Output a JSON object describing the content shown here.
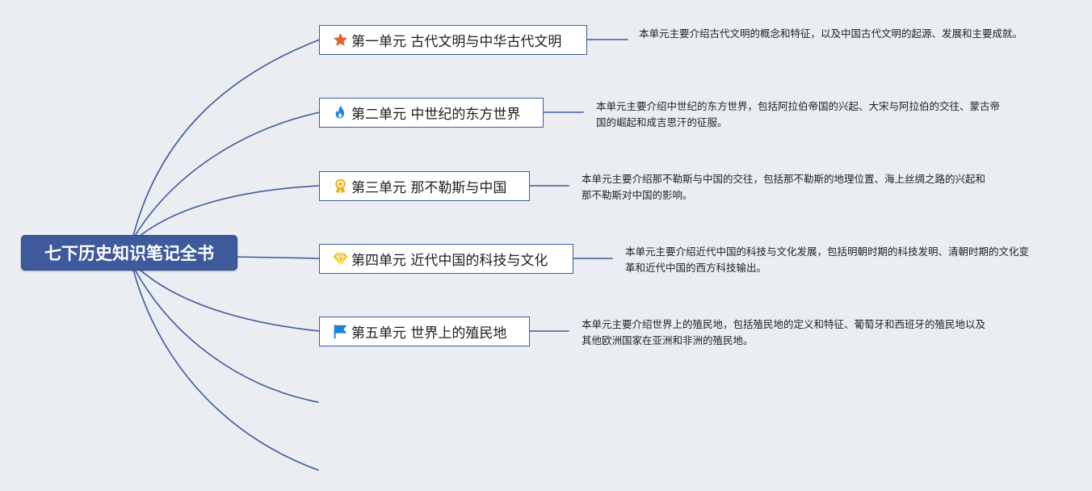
{
  "root": {
    "title": "七下历史知识笔记全书"
  },
  "units": [
    {
      "title": "第一单元 古代文明与中华古代文明",
      "icon": "star-icon",
      "icon_color": "#e0622d",
      "description": "本单元主要介绍古代文明的概念和特征，以及中国古代文明的起源、发展和主要成就。"
    },
    {
      "title": "第二单元 中世纪的东方世界",
      "icon": "flame-icon",
      "icon_color": "#1a82d8",
      "description": "本单元主要介绍中世纪的东方世界，包括阿拉伯帝国的兴起、大宋与阿拉伯的交往、蒙古帝国的崛起和成吉思汗的征服。"
    },
    {
      "title": "第三单元 那不勒斯与中国",
      "icon": "award-ribbon-icon",
      "icon_color": "#f0b323",
      "description": "本单元主要介绍那不勒斯与中国的交往，包括那不勒斯的地理位置、海上丝绸之路的兴起和那不勒斯对中国的影响。"
    },
    {
      "title": "第四单元 近代中国的科技与文化",
      "icon": "diamond-icon",
      "icon_color": "#f2c81e",
      "description": "本单元主要介绍近代中国的科技与文化发展，包括明朝时期的科技发明、清朝时期的文化变革和近代中国的西方科技输出。"
    },
    {
      "title": "第五单元 世界上的殖民地",
      "icon": "flag-icon",
      "icon_color": "#1a82d8",
      "description": "本单元主要介绍世界上的殖民地，包括殖民地的定义和特征、葡萄牙和西班牙的殖民地以及其他欧洲国家在亚洲和非洲的殖民地。"
    }
  ],
  "colors": {
    "connector": "#3f5a9c",
    "root_fill": "#3f5a9c",
    "background": "#eaeef2"
  }
}
